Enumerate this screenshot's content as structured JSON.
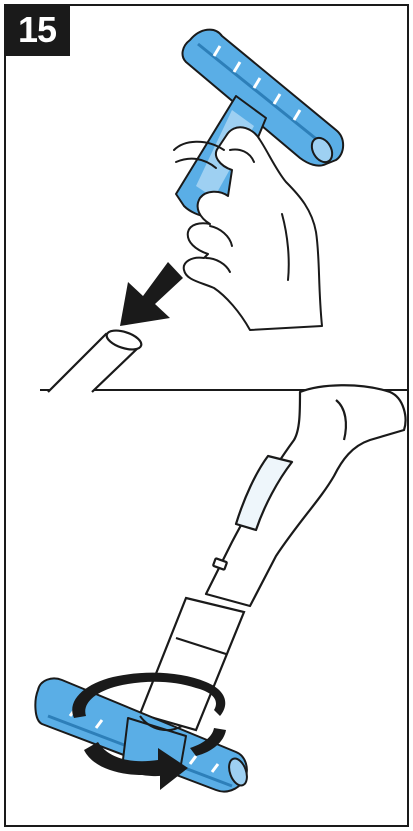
{
  "step": {
    "number": "15"
  },
  "colors": {
    "accent_blue": "#5aaee6",
    "accent_blue_light": "#9ed0f2",
    "line": "#1a1a1a",
    "tube_fill": "#ffffff"
  },
  "panels": [
    {
      "id": "top",
      "icons": [
        "nozzle-icon",
        "hand-icon",
        "arrow-down-icon",
        "tube-icon"
      ]
    },
    {
      "id": "bottom",
      "icons": [
        "hose-handle-icon",
        "wand-icon",
        "nozzle-icon",
        "rotate-arrow-icon"
      ]
    }
  ]
}
